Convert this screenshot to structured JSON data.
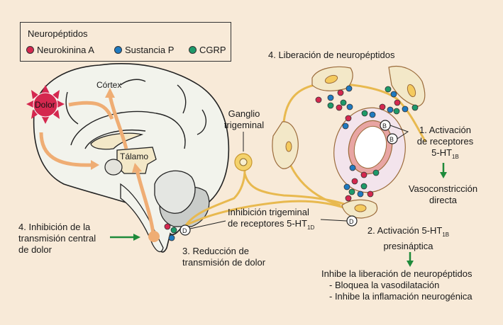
{
  "legend": {
    "title": "Neuropéptidos",
    "items": [
      {
        "label": "Neurokinina A",
        "color": "#d4284f"
      },
      {
        "label": "Sustancia P",
        "color": "#1f7ac0"
      },
      {
        "label": "CGRP",
        "color": "#1e9a6a"
      }
    ]
  },
  "brain": {
    "pain_label": "Dolor",
    "cortex_label": "Córtex",
    "thalamus_label": "Tálamo"
  },
  "ganglion": {
    "line1": "Ganglio",
    "line2": "trigeminal"
  },
  "receptors": {
    "b_label": "B",
    "d_label": "D"
  },
  "steps": {
    "step4_release": "4. Liberación de neuropéptidos",
    "step1_line1": "1. Activación",
    "step1_line2": "de receptores",
    "step1_line3": "5-HT",
    "step1_sub": "1B",
    "vasoconstriction_line1": "Vasoconstricción",
    "vasoconstriction_line2": "directa",
    "inhib_trig_line1": "Inhibición trigeminal",
    "inhib_trig_line2": "de receptores 5-HT",
    "inhib_trig_sub": "1D",
    "step2_line1": "2. Activación 5-HT",
    "step2_sub": "1B",
    "step2_line2": "presináptica",
    "step3_line1": "3. Reducción de",
    "step3_line2": "transmisión de dolor",
    "step4_inhib_line1": "4. Inhibición de la",
    "step4_inhib_line2": "transmisión central",
    "step4_inhib_line3": "de dolor",
    "inhibit_title": "Inhibe la liberación de neuropéptidos",
    "inhibit_item1": "- Bloquea la vasodilatación",
    "inhibit_item2": "- Inhibe la inflamación neurogénica"
  },
  "colors": {
    "background": "#f8ead8",
    "brain": "#f2f3ec",
    "nerve": "#f0c45e",
    "arrow": "#efad74",
    "pain": "#d4284f",
    "green_arrow": "#1e8a3a",
    "vessel_wall": "#e8a5a3"
  }
}
